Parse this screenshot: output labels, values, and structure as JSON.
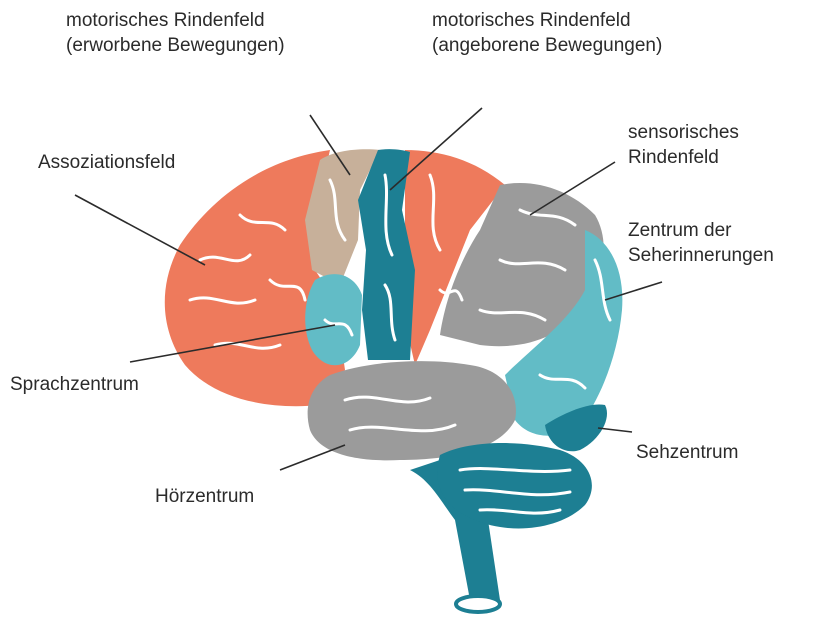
{
  "labels": {
    "motor_acquired": {
      "line1": "motorisches Rindenfeld",
      "line2": "(erworbene Bewegungen)"
    },
    "motor_innate": {
      "line1": "motorisches Rindenfeld",
      "line2": "(angeborene Bewegungen)"
    },
    "association": {
      "line1": "Assoziationsfeld"
    },
    "sensory": {
      "line1": "sensorisches",
      "line2": "Rindenfeld"
    },
    "visual_memory": {
      "line1": "Zentrum der",
      "line2": "Seherinnerungen"
    },
    "speech": {
      "line1": "Sprachzentrum"
    },
    "visual": {
      "line1": "Sehzentrum"
    },
    "auditory": {
      "line1": "Hörzentrum"
    }
  },
  "colors": {
    "association": "#ee7a5c",
    "motor_acquired": "#c7b09a",
    "motor_innate": "#1d7f93",
    "sensory": "#9b9b9b",
    "visual_memory": "#62bcc6",
    "speech": "#62bcc6",
    "auditory": "#9b9b9b",
    "visual": "#1d7f93",
    "cerebellum": "#1d7f93",
    "brainstem": "#1d7f93",
    "gyri_lines": "#ffffff",
    "leader_lines": "#2b2b2b"
  }
}
